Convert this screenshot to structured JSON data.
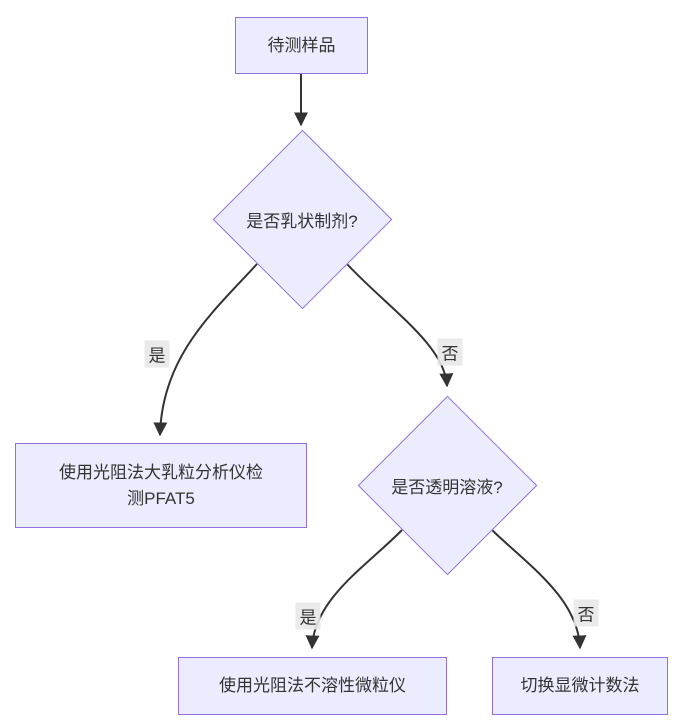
{
  "diagram": {
    "type": "flowchart",
    "direction": "top-down",
    "nodes": [
      {
        "id": "start",
        "shape": "rect",
        "label": "待测样品"
      },
      {
        "id": "q1",
        "shape": "diamond",
        "label": "是否乳状制剂?"
      },
      {
        "id": "pfat",
        "shape": "rect",
        "label": "使用光阻法大乳粒分析仪检测PFAT5"
      },
      {
        "id": "q2",
        "shape": "diamond",
        "label": "是否透明溶液?"
      },
      {
        "id": "lo",
        "shape": "rect",
        "label": "使用光阻法不溶性微粒仪"
      },
      {
        "id": "micro",
        "shape": "rect",
        "label": "切换显微计数法"
      }
    ],
    "edges": [
      {
        "from": "start",
        "to": "q1",
        "label": ""
      },
      {
        "from": "q1",
        "to": "pfat",
        "label": "是"
      },
      {
        "from": "q1",
        "to": "q2",
        "label": "否"
      },
      {
        "from": "q2",
        "to": "lo",
        "label": "是"
      },
      {
        "from": "q2",
        "to": "micro",
        "label": "否"
      }
    ],
    "colors": {
      "node_fill": "#ECECFF",
      "node_border": "#9370DB",
      "edge_line": "#333333",
      "edge_label_bg": "#e8e8e8",
      "text": "#333333",
      "background": "#ffffff"
    }
  }
}
